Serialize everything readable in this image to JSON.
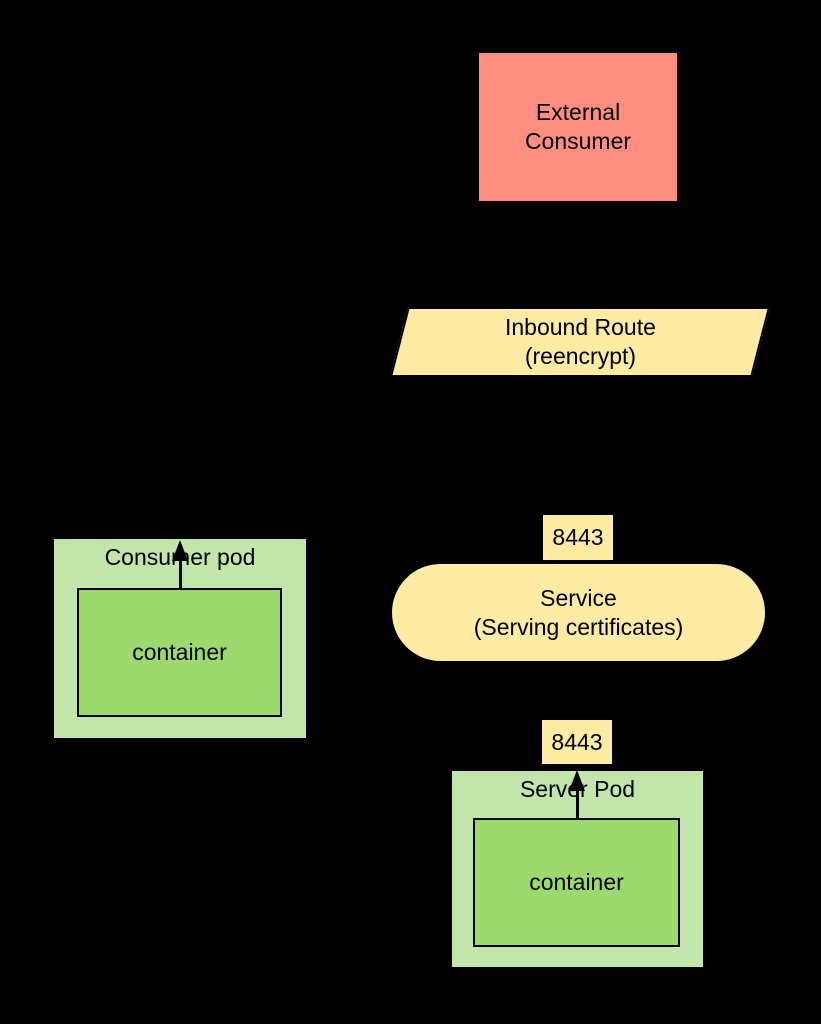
{
  "colors": {
    "background": "#000000",
    "salmon": "#FF8E80",
    "yellow": "#FFEBA3",
    "pod_green": "#C2E5AC",
    "container_green": "#9CDA70",
    "border": "#000000",
    "text": "#000000"
  },
  "nodes": {
    "external_consumer": {
      "lines": [
        "External",
        "Consumer"
      ]
    },
    "inbound_route": {
      "lines": [
        "Inbound Route",
        "(reencrypt)"
      ]
    },
    "service_port": {
      "label": "8443"
    },
    "service": {
      "lines": [
        "Service",
        "(Serving certificates)"
      ]
    },
    "consumer_pod": {
      "label": "Consumer pod",
      "container": "container"
    },
    "server_port": {
      "label": "8443"
    },
    "server_pod": {
      "label": "Server Pod",
      "container": "container"
    }
  }
}
